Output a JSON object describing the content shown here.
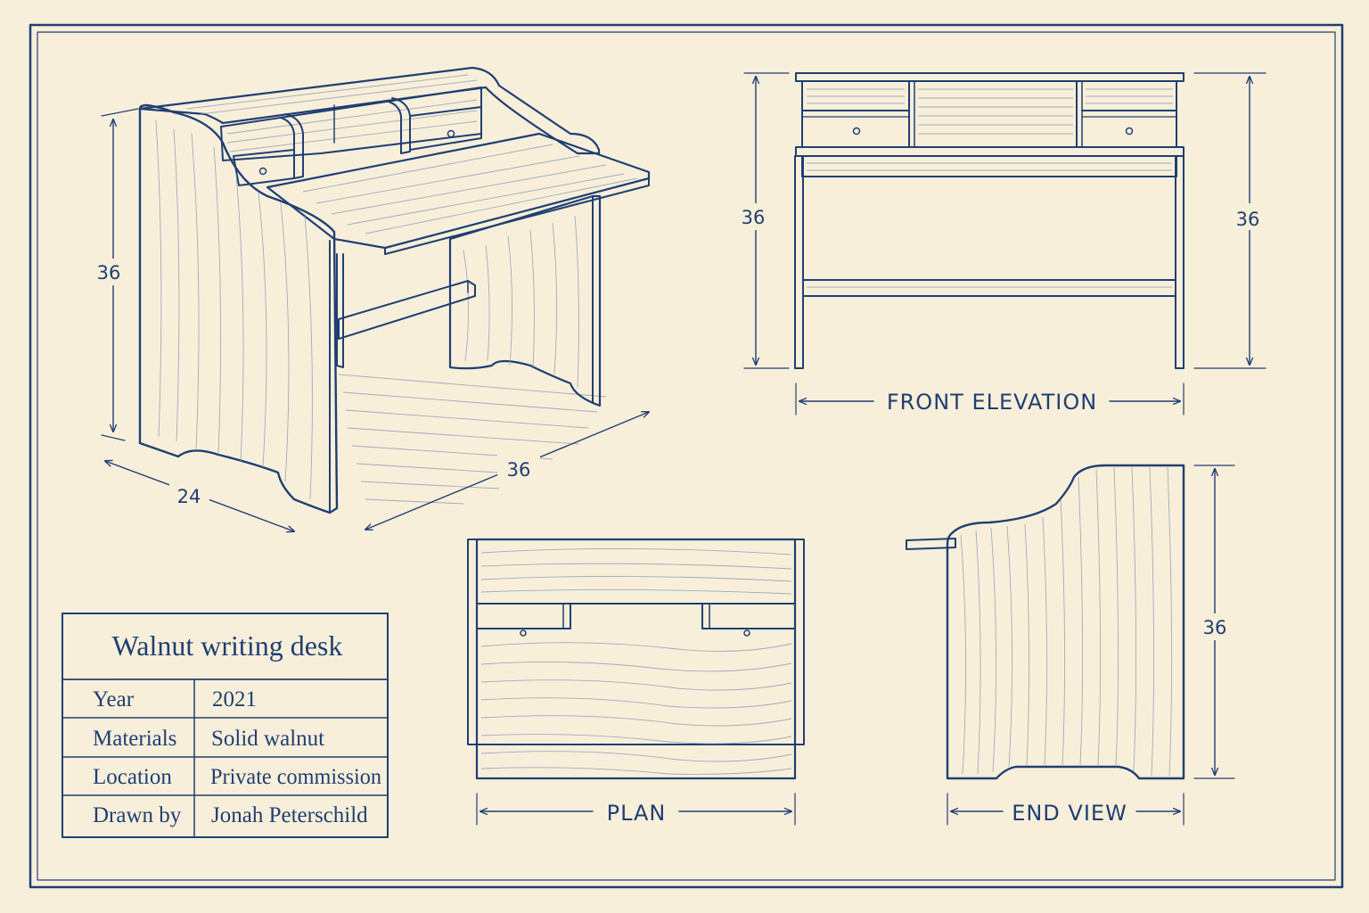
{
  "colors": {
    "ink": "#1f3f73",
    "paper": "#f8efda",
    "grain": "#8394b2"
  },
  "isometric": {
    "height": "36",
    "depth": "24",
    "width": "36"
  },
  "front_elevation": {
    "label": "FRONT ELEVATION",
    "height_left": "36",
    "height_right": "36"
  },
  "plan": {
    "label": "PLAN"
  },
  "end_view": {
    "label": "END VIEW",
    "height": "36"
  },
  "title_block": {
    "title": "Walnut writing desk",
    "rows": [
      {
        "key": "Year",
        "value": "2021"
      },
      {
        "key": "Materials",
        "value": "Solid walnut"
      },
      {
        "key": "Location",
        "value": "Private commission"
      },
      {
        "key": "Drawn by",
        "value": "Jonah Peterschild"
      }
    ]
  }
}
